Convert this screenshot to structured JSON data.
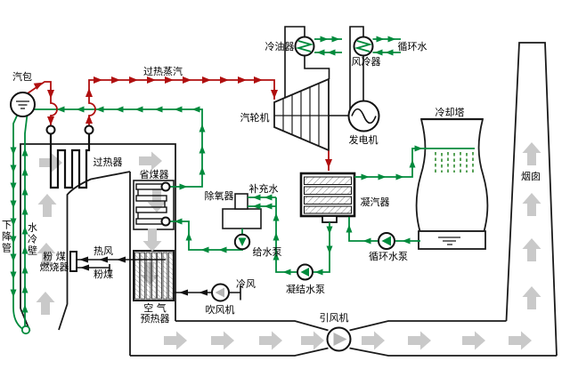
{
  "colors": {
    "steam_line": "#b00f0f",
    "water_line": "#008a3c",
    "flue_arrow_fill": "#c9c9c9",
    "outline": "#1a1a1a",
    "spray_droplets": "#2e8b2e"
  },
  "boiler": {
    "steam_drum": "汽包",
    "superheater": "过热器",
    "economizer": "省煤器",
    "downcomer": "下降管",
    "water_wall": "水冷壁",
    "burner_line1": "粉 煤",
    "burner_line2": "燃烧器",
    "hot_air": "热风",
    "pulverized_coal": "粉煤",
    "air_preheater_line1": "空 气",
    "air_preheater_line2": "预热器"
  },
  "steam_system": {
    "superheated_steam": "过热蒸汽",
    "turbine": "汽轮机",
    "generator": "发电机",
    "oil_cooler": "冷油器",
    "air_cooler": "风冷器",
    "condenser": "凝汽器"
  },
  "water_system": {
    "deaerator": "除氧器",
    "makeup_water": "补充水",
    "feed_pump": "给水泵",
    "condensate_pump": "凝结水泵",
    "circulating_pump": "循环水泵",
    "circulating_water": "循环水",
    "cooling_tower": "冷却塔"
  },
  "air_flue_system": {
    "cold_air": "冷风",
    "forced_draft_fan": "吹风机",
    "induced_draft_fan": "引风机",
    "chimney": "烟囱"
  }
}
